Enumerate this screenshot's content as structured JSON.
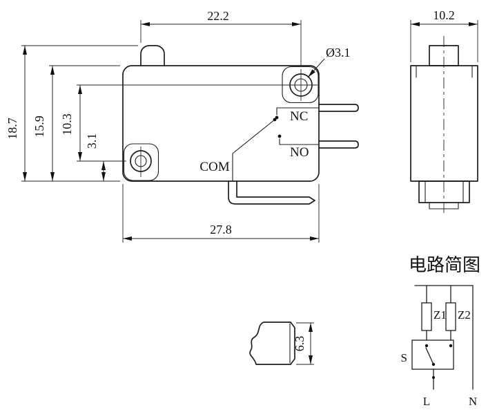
{
  "page": {
    "background": "#ffffff",
    "line_color": "#1c1c1c"
  },
  "front_view": {
    "dims": {
      "hole_spacing_h": "22.2",
      "hole_diameter": "Ø3.1",
      "total_height": "18.7",
      "body_height": "15.9",
      "hole_spacing_v": "10.3",
      "hole_offset_bottom": "3.1",
      "body_width": "27.8"
    },
    "terminals": {
      "nc": "NC",
      "no": "NO",
      "com": "COM"
    }
  },
  "side_view": {
    "dims": {
      "body_depth": "10.2"
    }
  },
  "plunger_detail": {
    "dims": {
      "plunger_width": "6.3"
    }
  },
  "circuit": {
    "title": "电路简图",
    "labels": {
      "z1": "Z1",
      "z2": "Z2",
      "switch": "S",
      "line": "L",
      "neutral": "N"
    }
  }
}
